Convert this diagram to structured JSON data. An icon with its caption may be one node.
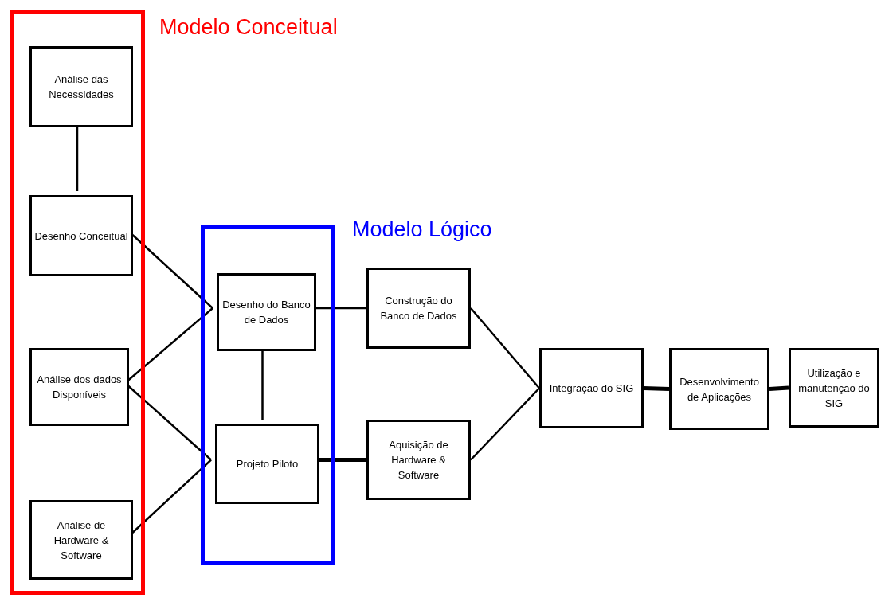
{
  "diagram": {
    "nodes": [
      {
        "text": [
          "Modelo Conceitual"
        ]
      },
      {
        "text": [
          "Análise das Necessidades"
        ],
        "in": 0
      },
      {
        "text": [
          "Desenho Conceitual"
        ],
        "in": 0
      },
      {
        "text": [
          "Análise dos dados Disponíveis"
        ],
        "in": 0
      },
      {
        "text": [
          "Análise de Hardware & Software"
        ],
        "in": 0
      },
      {
        "text": [
          "Modelo Lógico"
        ]
      },
      {
        "text": [
          "Desenho do Banco de Dados"
        ],
        "in": 5
      },
      {
        "text": [
          "Projeto Piloto"
        ],
        "in": 5
      },
      {
        "text": [
          "Construção do Banco de Dados"
        ]
      },
      {
        "text": [
          "Aquisição de Hardware & Software"
        ]
      },
      {
        "text": [
          "Integração do SIG"
        ]
      },
      {
        "text": [
          "Desenvolvimento de Aplicações"
        ]
      },
      {
        "text": [
          "Utilização e manutenção do SIG"
        ]
      }
    ],
    "edges": [
      {
        "from": 1,
        "to": 2,
        "arrow": "none"
      },
      {
        "from": 2,
        "to": 6,
        "arrow": "none"
      },
      {
        "from": 3,
        "to": 6,
        "arrow": "none"
      },
      {
        "from": 3,
        "to": 7,
        "arrow": "none"
      },
      {
        "from": 4,
        "to": 7,
        "arrow": "none"
      },
      {
        "from": 6,
        "to": 7,
        "arrow": "none"
      },
      {
        "from": 6,
        "to": 8,
        "arrow": "none"
      },
      {
        "from": 7,
        "to": 9,
        "arrow": "none",
        "style": "thick"
      },
      {
        "from": 8,
        "to": 10,
        "arrow": "none"
      },
      {
        "from": 9,
        "to": 10,
        "arrow": "none"
      },
      {
        "from": 10,
        "to": 11,
        "arrow": "none",
        "style": "thick"
      },
      {
        "from": 11,
        "to": 12,
        "arrow": "none",
        "style": "thick"
      }
    ]
  }
}
